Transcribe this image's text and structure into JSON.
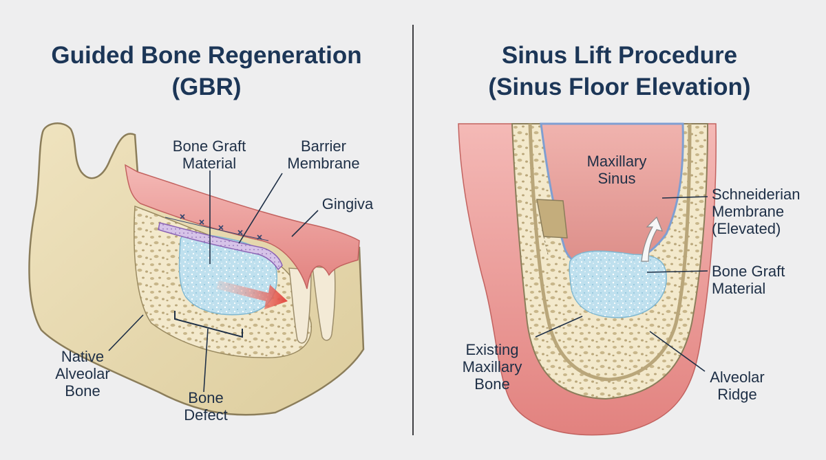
{
  "titles": {
    "left": [
      "Guided Bone Regeneration",
      "(GBR)"
    ],
    "right": [
      "Sinus Lift Procedure",
      "(Sinus Floor Elevation)"
    ]
  },
  "labels": {
    "gbr": {
      "bone_graft_material": [
        "Bone Graft",
        "Material"
      ],
      "barrier_membrane": [
        "Barrier",
        "Membrane"
      ],
      "gingiva": [
        "Gingiva"
      ],
      "native_alveolar_bone": [
        "Native",
        "Alveolar",
        "Bone"
      ],
      "bone_defect": [
        "Bone",
        "Defect"
      ]
    },
    "sinus": {
      "maxillary_sinus": [
        "Maxillary",
        "Sinus"
      ],
      "schneiderian_membrane": [
        "Schneiderian",
        "Membrane",
        "(Elevated)"
      ],
      "bone_graft_material": [
        "Bone Graft",
        "Material"
      ],
      "existing_maxillary_bone": [
        "Existing",
        "Maxillary",
        "Bone"
      ],
      "alveolar_ridge": [
        "Alveolar",
        "Ridge"
      ]
    }
  },
  "colors": {
    "background": "#eeeeef",
    "title": "#1c3657",
    "label": "#1e2f46",
    "bone": "#e9dcb4",
    "bone_outline": "#8b7d5a",
    "cancellous": "#f3e9cc",
    "gingiva": "#eea4a4",
    "graft": "#bfe0ee",
    "membrane": "#c4a8dc",
    "sinus_membrane": "#7f9fd2",
    "arrow": "#e2483f"
  }
}
